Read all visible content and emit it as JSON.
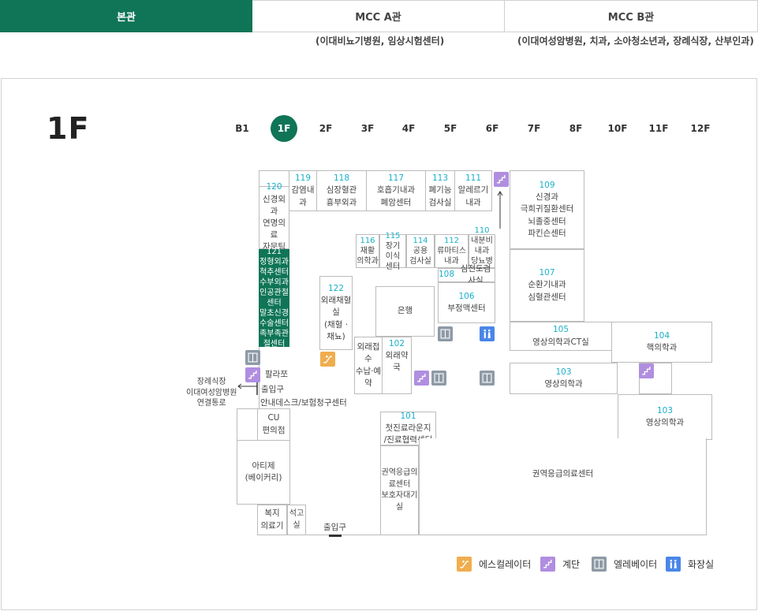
{
  "tabs": [
    {
      "label": "본관",
      "active": true
    },
    {
      "label": "MCC A관",
      "active": false
    },
    {
      "label": "MCC B관",
      "active": false
    }
  ],
  "tab_subtitles": {
    "a": "(이대비뇨기병원, 임상시험센터)",
    "b": "(이대여성암병원, 치과, 소아청소년과, 장례식장, 산부인과)"
  },
  "floor_title": "1F",
  "floors": [
    "B1",
    "1F",
    "2F",
    "3F",
    "4F",
    "5F",
    "6F",
    "7F",
    "8F",
    "10F",
    "11F",
    "12F"
  ],
  "current_floor": "1F",
  "rooms": {
    "r119": {
      "num": "119",
      "name": "감염내과"
    },
    "r118": {
      "num": "118",
      "name": "심장혈관\n흉부외과"
    },
    "r117": {
      "num": "117",
      "name": "호흡기내과\n폐암센터"
    },
    "r113": {
      "num": "113",
      "name": "폐기능\n검사실"
    },
    "r111": {
      "num": "111",
      "name": "알레르기\n내과"
    },
    "r109": {
      "num": "109",
      "name": "신경과\n극희귀질환센터\n뇌졸중센터\n파킨슨센터"
    },
    "r120": {
      "num": "120",
      "name": "신경외과\n연명의료\n자문팀"
    },
    "r121": {
      "num": "121",
      "name": "정형외과\n척추센터\n수부외과\n인공관절센터\n말초신경수술센터\n족부족관절센터"
    },
    "r116": {
      "num": "116",
      "name": "재활\n의학과"
    },
    "r115": {
      "num": "115",
      "name": "장기\n이식\n센터"
    },
    "r114": {
      "num": "114",
      "name": "공용\n검사실"
    },
    "r112": {
      "num": "112",
      "name": "류마티스\n내과"
    },
    "r110": {
      "num": "110",
      "name": "내분비내과\n당뇨병센터"
    },
    "r108": {
      "num": "108",
      "name": "심전도검사실"
    },
    "r107": {
      "num": "107",
      "name": "순환기내과\n심혈관센터"
    },
    "r122": {
      "num": "122",
      "name": "외래채혈실\n(채혈 · 채뇨)"
    },
    "bank": {
      "name": "은행"
    },
    "r106": {
      "num": "106",
      "name": "부정맥센터"
    },
    "r105": {
      "num": "105",
      "name": "영상의학과CT실"
    },
    "r104": {
      "num": "104",
      "name": "핵의학과"
    },
    "r102": {
      "num": "102",
      "name": "외래약국"
    },
    "reception": {
      "name": "외래접수\n수납·예약"
    },
    "r103a": {
      "num": "103",
      "name": "영상의학과"
    },
    "r103b": {
      "num": "103",
      "name": "영상의학과"
    },
    "r101": {
      "num": "101",
      "name": "첫진료라운지\n/진료협력센터"
    },
    "cu": {
      "name": "CU\n편의점"
    },
    "bakery": {
      "name": "아티제\n(베이커리)"
    },
    "welfare": {
      "name": "복지\n의료기"
    },
    "stone": {
      "name": "석고실"
    },
    "er_guard": {
      "name": "권역응급의료센터\n보호자대기실"
    },
    "er": {
      "name": "권역응급의료센터"
    }
  },
  "labels": {
    "palazzo": "팔라쪼",
    "entrance_side": "출입구",
    "funeral_link": "장례식장\n이대여성암병원\n연결통로",
    "info_desk": "안내데스크/보험청구센터",
    "entrance_bottom": "출입구"
  },
  "legend": [
    {
      "icon": "escalator-icon",
      "label": "에스컬레이터"
    },
    {
      "icon": "stairs-icon",
      "label": "계단"
    },
    {
      "icon": "elevator-icon",
      "label": "엘레베이터"
    },
    {
      "icon": "restroom-icon",
      "label": "화장실"
    }
  ],
  "colors": {
    "accent": "#0f7556",
    "room_number": "#1ab0c8",
    "stairs": "#b08ee0",
    "elevator": "#8e9aa6",
    "escalator": "#f0ad4e",
    "restroom": "#4a86e8"
  }
}
